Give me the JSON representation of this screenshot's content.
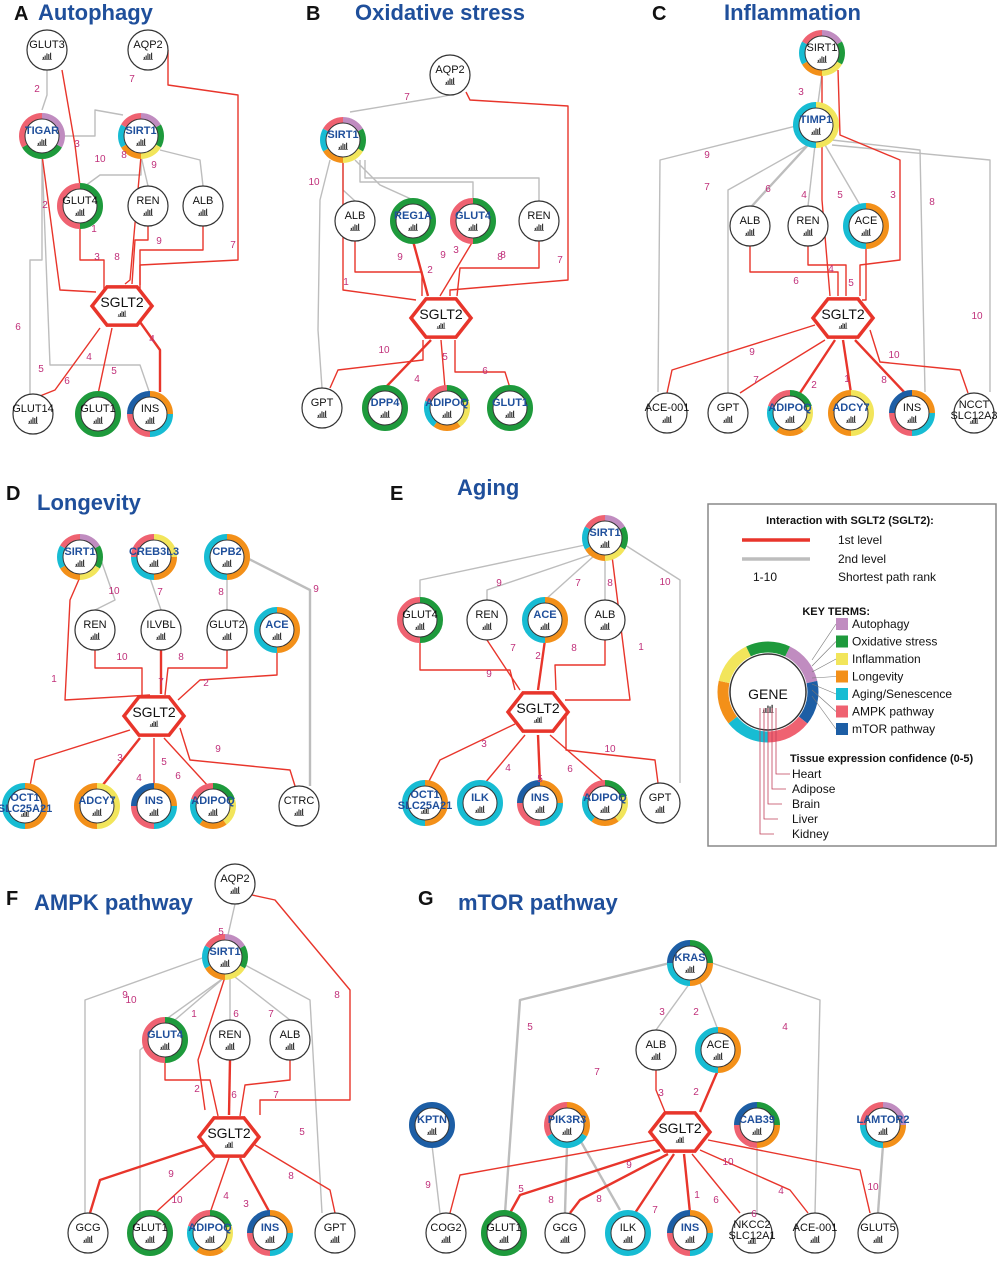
{
  "colors": {
    "first": "#e8352b",
    "second": "#bdbdbd",
    "rank": "#c0307a",
    "title": "#1f4f9b",
    "terms": {
      "autophagy": "#c08cc0",
      "oxidative": "#1e9a3c",
      "inflammation": "#f2e55b",
      "longevity": "#f39019",
      "aging": "#17bcd3",
      "ampk": "#ef6271",
      "mtor": "#1d5ea5"
    }
  },
  "legend": {
    "title": "Interaction with SGLT2 (SGLT2):",
    "first_level": "1st level",
    "second_level": "2nd level",
    "rank_range": "1-10",
    "rank_label": "Shortest path rank",
    "key_terms_title": "KEY TERMS:",
    "terms": [
      "Autophagy",
      "Oxidative stress",
      "Inflammation",
      "Longevity",
      "Aging/Senescence",
      "AMPK pathway",
      "mTOR pathway"
    ],
    "gene_label": "GENE",
    "tissue_title": "Tissue expression confidence (0-5)",
    "tissues": [
      "Heart",
      "Adipose",
      "Brain",
      "Liver",
      "Kidney"
    ]
  },
  "panels": [
    {
      "letter": "A",
      "title": "Autophagy",
      "hub": {
        "label": "SGLT2"
      },
      "nodes": [
        {
          "label": "GLUT3",
          "ring": []
        },
        {
          "label": "AQP2",
          "ring": []
        },
        {
          "label": "TIGAR",
          "hl": true,
          "ring": [
            "autophagy",
            "oxidative",
            "ampk"
          ]
        },
        {
          "label": "SIRT1",
          "hl": true,
          "ring": [
            "autophagy",
            "oxidative",
            "inflammation",
            "longevity",
            "aging",
            "ampk"
          ]
        },
        {
          "label": "GLUT4",
          "ring": [
            "oxidative",
            "ampk"
          ]
        },
        {
          "label": "REN",
          "ring": []
        },
        {
          "label": "ALB",
          "ring": []
        },
        {
          "label": "GLUT14",
          "ring": []
        },
        {
          "label": "GLUT1",
          "ring": [
            "oxidative"
          ]
        },
        {
          "label": "INS",
          "ring": [
            "longevity",
            "aging",
            "ampk",
            "mtor"
          ]
        }
      ],
      "ranks": [
        "2",
        "7",
        "3",
        "10",
        "8",
        "9",
        "2",
        "1",
        "9",
        "3",
        "8",
        "7",
        "6",
        "4",
        "5",
        "6",
        "5",
        "4"
      ]
    },
    {
      "letter": "B",
      "title": "Oxidative stress",
      "hub": {
        "label": "SGLT2"
      },
      "nodes": [
        {
          "label": "AQP2",
          "ring": []
        },
        {
          "label": "SIRT1",
          "hl": true,
          "ring": [
            "autophagy",
            "oxidative",
            "inflammation",
            "longevity",
            "aging",
            "ampk"
          ]
        },
        {
          "label": "ALB",
          "ring": []
        },
        {
          "label": "REG1A",
          "hl": true,
          "ring": [
            "oxidative"
          ]
        },
        {
          "label": "GLUT4",
          "hl": true,
          "ring": [
            "oxidative",
            "ampk"
          ]
        },
        {
          "label": "REN",
          "ring": []
        },
        {
          "label": "GPT",
          "ring": []
        },
        {
          "label": "DPP4",
          "hl": true,
          "ring": [
            "oxidative"
          ]
        },
        {
          "label": "ADIPOQ",
          "hl": true,
          "ring": [
            "oxidative",
            "inflammation",
            "longevity",
            "aging",
            "ampk"
          ]
        },
        {
          "label": "GLUT1",
          "hl": true,
          "ring": [
            "oxidative"
          ]
        }
      ],
      "ranks": [
        "7",
        "10",
        "9",
        "8",
        "9",
        "2",
        "3",
        "8",
        "1",
        "7",
        "10",
        "5",
        "4",
        "6"
      ]
    },
    {
      "letter": "C",
      "title": "Inflammation",
      "hub": {
        "label": "SGLT2"
      },
      "nodes": [
        {
          "label": "SIRT1",
          "ring": [
            "autophagy",
            "oxidative",
            "inflammation",
            "longevity",
            "aging",
            "ampk"
          ]
        },
        {
          "label": "TIMP1",
          "hl": true,
          "ring": [
            "inflammation",
            "aging"
          ]
        },
        {
          "label": "ALB",
          "ring": []
        },
        {
          "label": "REN",
          "ring": []
        },
        {
          "label": "ACE",
          "ring": [
            "longevity",
            "aging"
          ]
        },
        {
          "label": "ACE-001",
          "ring": []
        },
        {
          "label": "GPT",
          "ring": []
        },
        {
          "label": "ADIPOQ",
          "hl": true,
          "ring": [
            "oxidative",
            "inflammation",
            "longevity",
            "aging",
            "ampk"
          ]
        },
        {
          "label": "ADCY7",
          "hl": true,
          "ring": [
            "inflammation",
            "longevity"
          ]
        },
        {
          "label": "INS",
          "ring": [
            "longevity",
            "aging",
            "ampk",
            "mtor"
          ]
        },
        {
          "label": "NCCT",
          "label2": "SLC12A3",
          "ring": []
        }
      ],
      "ranks": [
        "3",
        "9",
        "7",
        "6",
        "4",
        "5",
        "3",
        "8",
        "10",
        "4",
        "6",
        "5",
        "9",
        "7",
        "2",
        "1",
        "8",
        "10"
      ]
    },
    {
      "letter": "D",
      "title": "Longevity",
      "hub": {
        "label": "SGLT2"
      },
      "nodes": [
        {
          "label": "SIRT1",
          "hl": true,
          "ring": [
            "autophagy",
            "oxidative",
            "inflammation",
            "longevity",
            "aging",
            "ampk"
          ]
        },
        {
          "label": "CREB3L3",
          "hl": true,
          "ring": [
            "inflammation",
            "longevity",
            "aging",
            "ampk"
          ]
        },
        {
          "label": "CPB2",
          "hl": true,
          "ring": [
            "longevity",
            "aging"
          ]
        },
        {
          "label": "REN",
          "ring": []
        },
        {
          "label": "ILVBL",
          "ring": []
        },
        {
          "label": "GLUT2",
          "ring": []
        },
        {
          "label": "ACE",
          "hl": true,
          "ring": [
            "longevity",
            "aging"
          ]
        },
        {
          "label": "OCT1",
          "label2": "SLC25A21",
          "hl": true,
          "ring": [
            "longevity",
            "aging"
          ]
        },
        {
          "label": "ADCY7",
          "hl": true,
          "ring": [
            "inflammation",
            "longevity"
          ]
        },
        {
          "label": "INS",
          "hl": true,
          "ring": [
            "longevity",
            "aging",
            "ampk",
            "mtor"
          ]
        },
        {
          "label": "ADIPOQ",
          "hl": true,
          "ring": [
            "oxidative",
            "inflammation",
            "longevity",
            "aging",
            "ampk"
          ]
        },
        {
          "label": "CTRC",
          "ring": []
        }
      ],
      "ranks": [
        "10",
        "7",
        "8",
        "9",
        "10",
        "8",
        "1",
        "7",
        "2",
        "3",
        "9",
        "4",
        "5",
        "6"
      ]
    },
    {
      "letter": "E",
      "title": "Aging",
      "hub": {
        "label": "SGLT2"
      },
      "nodes": [
        {
          "label": "SIRT1",
          "hl": true,
          "ring": [
            "autophagy",
            "oxidative",
            "inflammation",
            "longevity",
            "aging",
            "ampk"
          ]
        },
        {
          "label": "GLUT4",
          "ring": [
            "oxidative",
            "ampk"
          ]
        },
        {
          "label": "REN",
          "ring": []
        },
        {
          "label": "ACE",
          "hl": true,
          "ring": [
            "longevity",
            "aging"
          ]
        },
        {
          "label": "ALB",
          "ring": []
        },
        {
          "label": "OCT1",
          "label2": "SLC25A21",
          "hl": true,
          "ring": [
            "longevity",
            "aging"
          ]
        },
        {
          "label": "ILK",
          "hl": true,
          "ring": [
            "aging"
          ]
        },
        {
          "label": "INS",
          "hl": true,
          "ring": [
            "longevity",
            "aging",
            "ampk",
            "mtor"
          ]
        },
        {
          "label": "ADIPOQ",
          "hl": true,
          "ring": [
            "oxidative",
            "inflammation",
            "longevity",
            "aging",
            "ampk"
          ]
        },
        {
          "label": "GPT",
          "ring": []
        }
      ],
      "ranks": [
        "9",
        "7",
        "8",
        "10",
        "9",
        "7",
        "2",
        "8",
        "1",
        "3",
        "4",
        "5",
        "6",
        "10"
      ]
    },
    {
      "letter": "F",
      "title": "AMPK pathway",
      "hub": {
        "label": "SGLT2"
      },
      "nodes": [
        {
          "label": "AQP2",
          "ring": []
        },
        {
          "label": "SIRT1",
          "hl": true,
          "ring": [
            "autophagy",
            "oxidative",
            "inflammation",
            "longevity",
            "aging",
            "ampk"
          ]
        },
        {
          "label": "GLUT4",
          "hl": true,
          "ring": [
            "oxidative",
            "ampk"
          ]
        },
        {
          "label": "REN",
          "ring": []
        },
        {
          "label": "ALB",
          "ring": []
        },
        {
          "label": "GCG",
          "ring": []
        },
        {
          "label": "GLUT1",
          "ring": [
            "oxidative"
          ]
        },
        {
          "label": "ADIPOQ",
          "hl": true,
          "ring": [
            "oxidative",
            "inflammation",
            "longevity",
            "aging",
            "ampk"
          ]
        },
        {
          "label": "INS",
          "hl": true,
          "ring": [
            "longevity",
            "aging",
            "ampk",
            "mtor"
          ]
        },
        {
          "label": "GPT",
          "ring": []
        }
      ],
      "ranks": [
        "5",
        "9",
        "8",
        "10",
        "1",
        "6",
        "7",
        "2",
        "6",
        "7",
        "5",
        "9",
        "10",
        "4",
        "3",
        "8"
      ]
    },
    {
      "letter": "G",
      "title": "mTOR pathway",
      "hub": {
        "label": "SGLT2"
      },
      "nodes": [
        {
          "label": "KRAS",
          "hl": true,
          "ring": [
            "oxidative",
            "longevity",
            "aging",
            "mtor"
          ]
        },
        {
          "label": "ALB",
          "ring": []
        },
        {
          "label": "ACE",
          "ring": [
            "longevity",
            "aging"
          ]
        },
        {
          "label": "KPTN",
          "hl": true,
          "ring": [
            "mtor"
          ]
        },
        {
          "label": "PIK3R3",
          "hl": true,
          "ring": [
            "longevity",
            "aging",
            "ampk"
          ]
        },
        {
          "label": "CAB39",
          "hl": true,
          "ring": [
            "oxidative",
            "longevity",
            "ampk",
            "mtor"
          ]
        },
        {
          "label": "LAMTOR2",
          "hl": true,
          "ring": [
            "autophagy",
            "longevity",
            "aging",
            "ampk"
          ]
        },
        {
          "label": "COG2",
          "ring": []
        },
        {
          "label": "GLUT1",
          "ring": [
            "oxidative"
          ]
        },
        {
          "label": "GCG",
          "ring": []
        },
        {
          "label": "ILK",
          "ring": [
            "aging"
          ]
        },
        {
          "label": "INS",
          "hl": true,
          "ring": [
            "longevity",
            "aging",
            "ampk",
            "mtor"
          ]
        },
        {
          "label": "NKCC2",
          "label2": "SLC12A1",
          "ring": []
        },
        {
          "label": "ACE-001",
          "ring": []
        },
        {
          "label": "GLUT5",
          "ring": []
        }
      ],
      "ranks": [
        "5",
        "3",
        "2",
        "4",
        "3",
        "2",
        "7",
        "9",
        "10",
        "9",
        "5",
        "8",
        "8",
        "7",
        "1",
        "6",
        "6",
        "4",
        "10"
      ]
    }
  ]
}
